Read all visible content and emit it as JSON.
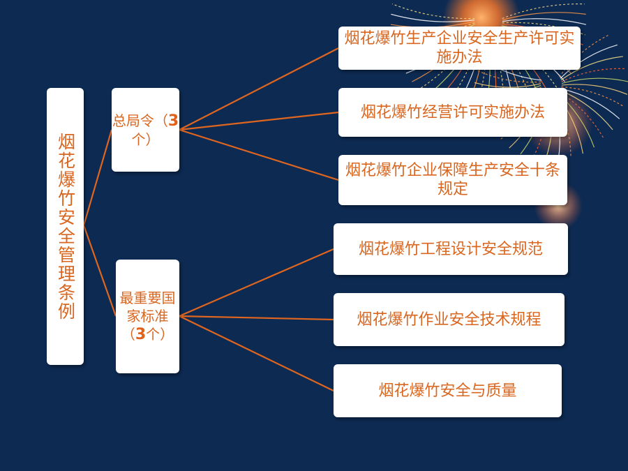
{
  "root": {
    "label": "烟花爆竹安全管理条例"
  },
  "branches": [
    {
      "label_prefix": "总局令（",
      "count": "3",
      "label_suffix": "个）",
      "children": [
        "烟花爆竹生产企业安全生产许可实施办法",
        "烟花爆竹经营许可实施办法",
        "烟花爆竹企业保障生产安全十条规定"
      ]
    },
    {
      "label_prefix": "最重要国家标准（",
      "count": "3",
      "label_suffix": "个）",
      "children": [
        "烟花爆竹工程设计安全规范",
        "烟花爆竹作业安全技术规程",
        "烟花爆竹安全与质量"
      ]
    }
  ],
  "colors": {
    "background": "#0d2a52",
    "connector": "#e0661f",
    "text": "#d9661f"
  }
}
